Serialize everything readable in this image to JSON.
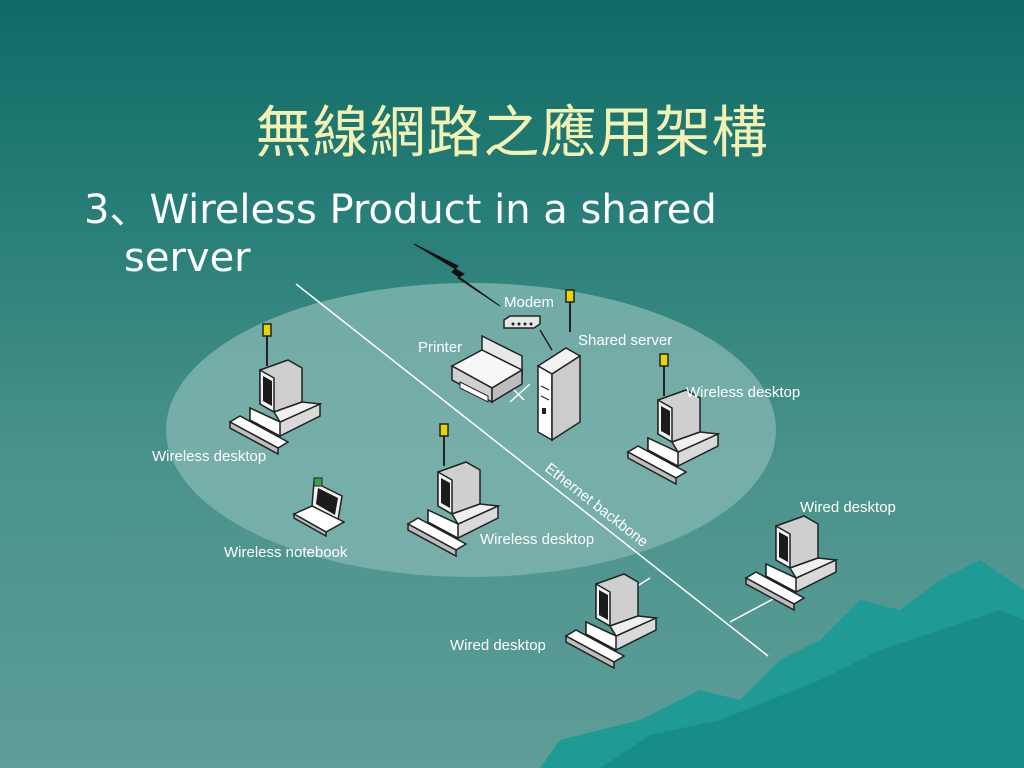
{
  "slide": {
    "title": "無線網路之應用架構",
    "bullet_number": "3、",
    "bullet_line1": "Wireless Product in a shared",
    "bullet_line2": "server"
  },
  "diagram": {
    "labels": {
      "modem": "Modem",
      "printer": "Printer",
      "shared_server": "Shared server",
      "wireless_desktop_right": "Wireless desktop",
      "wireless_desktop_left": "Wireless desktop",
      "wireless_desktop_center": "Wireless desktop",
      "wireless_notebook": "Wireless notebook",
      "ethernet_backbone": "Ethernet backbone",
      "wired_desktop_right": "Wired desktop",
      "wired_desktop_bottom": "Wired desktop"
    }
  },
  "colors": {
    "title": "#f3f2b5",
    "background_top": "#0f6b66",
    "background_bottom": "#5e9d98",
    "ellipse": "#7eb3ae",
    "mountains": "#1f9a94"
  }
}
